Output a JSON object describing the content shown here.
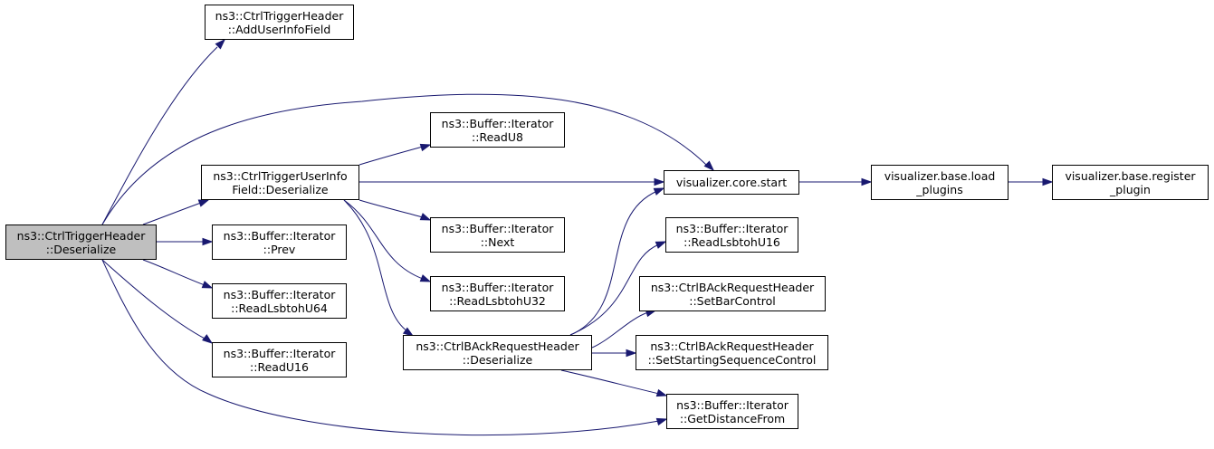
{
  "nodes": {
    "root": {
      "line1": "ns3::CtrlTriggerHeader",
      "line2": "::Deserialize"
    },
    "addUserInfoField": {
      "line1": "ns3::CtrlTriggerHeader",
      "line2": "::AddUserInfoField"
    },
    "userInfoDeserialize": {
      "line1": "ns3::CtrlTriggerUserInfo",
      "line2": "Field::Deserialize"
    },
    "prev": {
      "line1": "ns3::Buffer::Iterator",
      "line2": "::Prev"
    },
    "readLsbtohU64": {
      "line1": "ns3::Buffer::Iterator",
      "line2": "::ReadLsbtohU64"
    },
    "readU16": {
      "line1": "ns3::Buffer::Iterator",
      "line2": "::ReadU16"
    },
    "readU8": {
      "line1": "ns3::Buffer::Iterator",
      "line2": "::ReadU8"
    },
    "next": {
      "line1": "ns3::Buffer::Iterator",
      "line2": "::Next"
    },
    "readLsbtohU32": {
      "line1": "ns3::Buffer::Iterator",
      "line2": "::ReadLsbtohU32"
    },
    "backDeserialize": {
      "line1": "ns3::CtrlBAckRequestHeader",
      "line2": "::Deserialize"
    },
    "coreStart": {
      "line1": "visualizer.core.start",
      "line2": ""
    },
    "readLsbtohU16": {
      "line1": "ns3::Buffer::Iterator",
      "line2": "::ReadLsbtohU16"
    },
    "setBarControl": {
      "line1": "ns3::CtrlBAckRequestHeader",
      "line2": "::SetBarControl"
    },
    "setStartingSeq": {
      "line1": "ns3::CtrlBAckRequestHeader",
      "line2": "::SetStartingSequenceControl"
    },
    "getDistanceFrom": {
      "line1": "ns3::Buffer::Iterator",
      "line2": "::GetDistanceFrom"
    },
    "loadPlugins": {
      "line1": "visualizer.base.load",
      "line2": "_plugins"
    },
    "registerPlugin": {
      "line1": "visualizer.base.register",
      "line2": "_plugin"
    }
  },
  "edges": [
    [
      "root",
      "addUserInfoField"
    ],
    [
      "root",
      "coreStart"
    ],
    [
      "root",
      "userInfoDeserialize"
    ],
    [
      "root",
      "prev"
    ],
    [
      "root",
      "readLsbtohU64"
    ],
    [
      "root",
      "readU16"
    ],
    [
      "root",
      "getDistanceFrom"
    ],
    [
      "userInfoDeserialize",
      "readU8"
    ],
    [
      "userInfoDeserialize",
      "coreStart"
    ],
    [
      "userInfoDeserialize",
      "next"
    ],
    [
      "userInfoDeserialize",
      "readLsbtohU32"
    ],
    [
      "userInfoDeserialize",
      "backDeserialize"
    ],
    [
      "backDeserialize",
      "coreStart"
    ],
    [
      "backDeserialize",
      "readLsbtohU16"
    ],
    [
      "backDeserialize",
      "setBarControl"
    ],
    [
      "backDeserialize",
      "setStartingSeq"
    ],
    [
      "backDeserialize",
      "getDistanceFrom"
    ],
    [
      "coreStart",
      "loadPlugins"
    ],
    [
      "loadPlugins",
      "registerPlugin"
    ]
  ],
  "colors": {
    "edge": "#191970",
    "root_fill": "#bfbfbf",
    "node_fill": "#ffffff",
    "border": "#000000"
  }
}
